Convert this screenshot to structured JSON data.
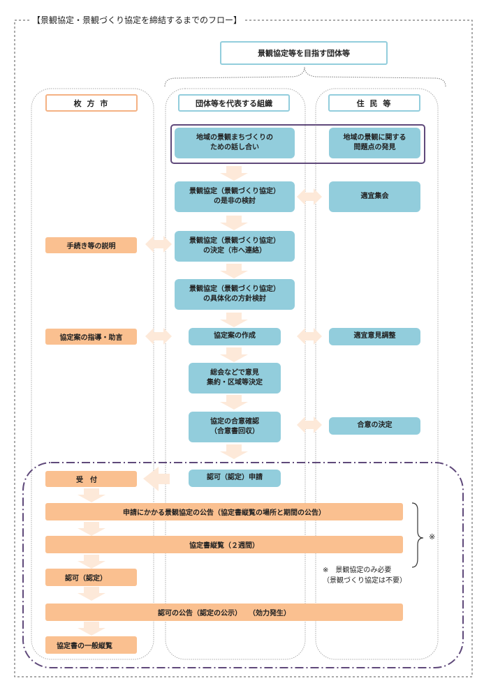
{
  "title": "【景観協定・景観づくり協定を締結するまでのフロー】",
  "top_group": "景観協定等を目指す団体等",
  "columns": {
    "city": "枚 方 市",
    "org": "団体等を代表する組織",
    "residents": "住 民 等"
  },
  "org_steps": [
    "地域の景観まちづくりの\nための話し合い",
    "景観協定（景観づくり協定）\nの是非の検討",
    "景観協定（景観づくり協定）\nの決定（市へ連絡）",
    "景観協定（景観づくり協定）\nの具体化の方針検討",
    "協定案の作成",
    "総会などで意見\n集約・区域等決定",
    "協定の合意確認\n（合意書回収）",
    "認可（認定）申請"
  ],
  "resident_steps": [
    "地域の景観に関する\n問題点の発見",
    "適宜集会",
    "適宜意見調整",
    "合意の決定"
  ],
  "city_steps": [
    "手続き等の説明",
    "協定案の指導・助言",
    "受　付",
    "申請にかかる景観協定の公告（協定書縦覧の場所と期間の公告）",
    "協定書縦覧（２週間）",
    "認可（認定）",
    "認可の公告（認定の公示）　　（効力発生）",
    "協定書の一般縦覧"
  ],
  "note_mark": "※",
  "note_text": "※　景観協定のみ必要\n（景観づくり協定は不要）",
  "colors": {
    "blue": "#92cddc",
    "orange": "#fac090",
    "arrow": "#fde9d9",
    "purple": "#5f497a"
  }
}
